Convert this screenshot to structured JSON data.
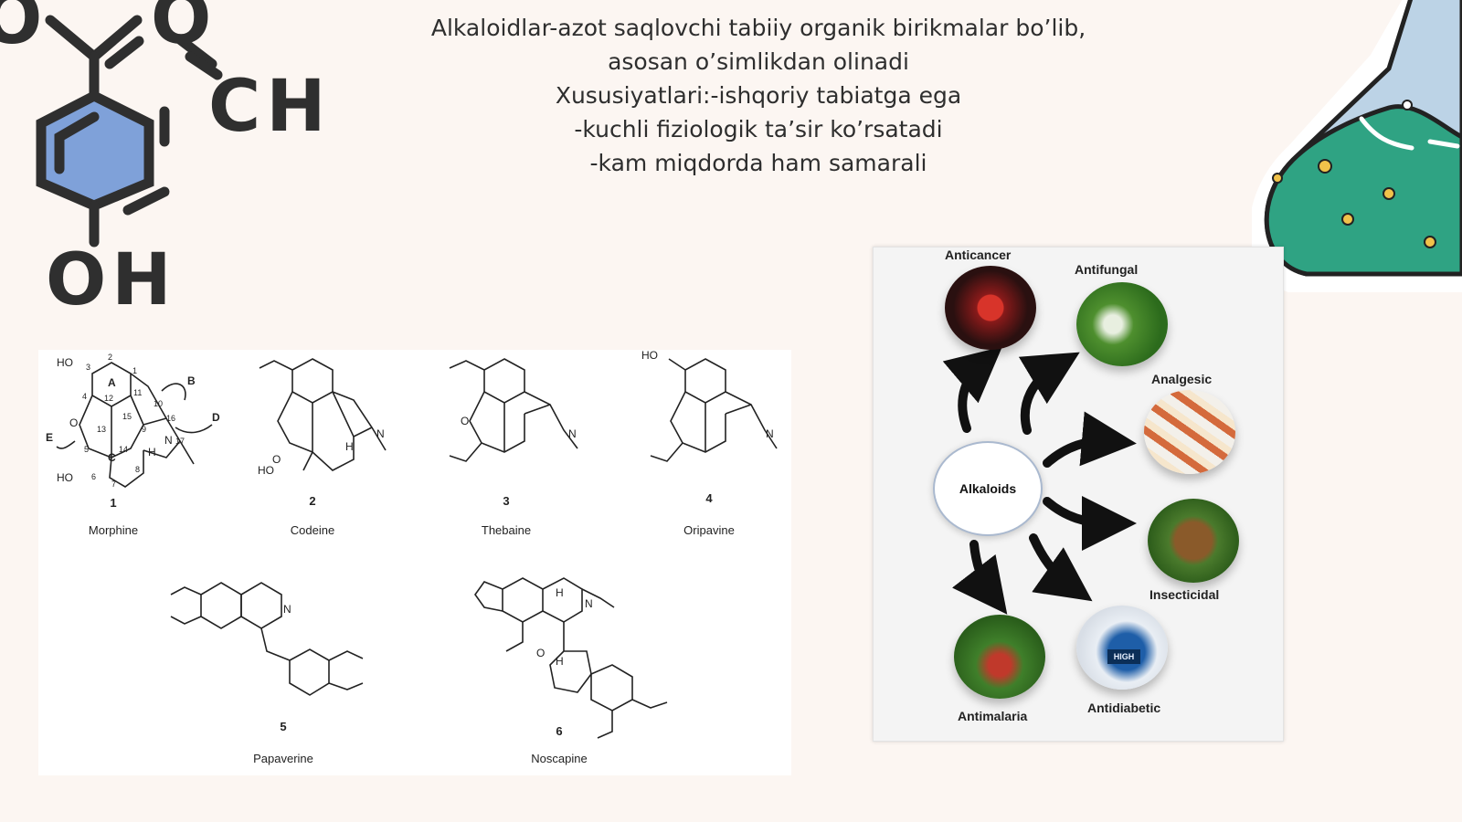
{
  "intro": {
    "lines": [
      "Alkaloidlar-azot saqlovchi tabiiy organik birikmalar bo’lib,",
      "asosan o’simlikdan olinadi",
      "Xususiyatlari:-ishqoriy tabiatga ega",
      "-kuchli fiziologik ta’sir ko’rsatadi",
      "-kam miqdorda ham samarali"
    ]
  },
  "molecule": {
    "atom_o_left": "O",
    "atom_o_right": "O",
    "group_ch": "CH",
    "group_oh": "OH"
  },
  "structures": {
    "compounds": [
      {
        "number": "1",
        "name": "Morphine"
      },
      {
        "number": "2",
        "name": "Codeine"
      },
      {
        "number": "3",
        "name": "Thebaine"
      },
      {
        "number": "4",
        "name": "Oripavine"
      },
      {
        "number": "5",
        "name": "Papaverine"
      },
      {
        "number": "6",
        "name": "Noscapine"
      }
    ],
    "morphine_labels": {
      "ho_top": "HO",
      "ring_a": "A",
      "ring_c": "C",
      "b": "B",
      "d": "D",
      "e": "E",
      "n17": "N",
      "n17_num": "17",
      "h": "H",
      "ho_bottom": "HO",
      "o": "O",
      "n1": "1",
      "n2": "2",
      "n3": "3",
      "n4": "4",
      "n5": "5",
      "n6": "6",
      "n7": "7",
      "n8": "8",
      "n9": "9",
      "n10": "10",
      "n11": "11",
      "n12": "12",
      "n13": "13",
      "n14": "14",
      "n15": "15",
      "n16": "16"
    },
    "atoms": {
      "o": "O",
      "n": "N",
      "h": "H",
      "ho": "HO"
    }
  },
  "effects": {
    "center": "Alkaloids",
    "items": [
      {
        "label": "Anticancer"
      },
      {
        "label": "Antifungal"
      },
      {
        "label": "Analgesic"
      },
      {
        "label": "Insecticidal"
      },
      {
        "label": "Antidiabetic"
      },
      {
        "label": "Antimalaria"
      }
    ],
    "meter_text": "HIGH"
  },
  "colors": {
    "background": "#fcf6f2",
    "molecule_ink": "#2f2f2f",
    "molecule_ring": "#7fa1d9",
    "flask_liquid": "#2fa383",
    "flask_glass": "#bcd3e6"
  }
}
